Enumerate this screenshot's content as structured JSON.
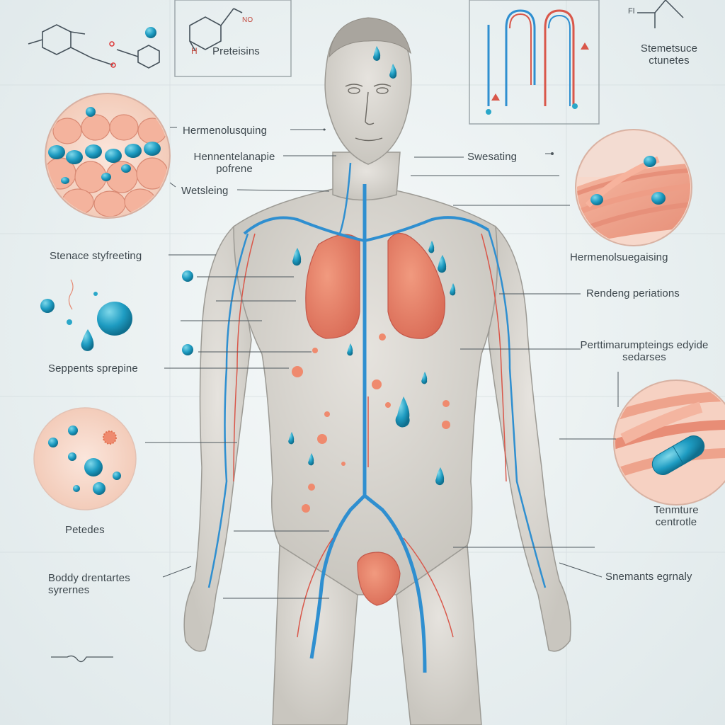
{
  "top_panels": {
    "proteins_label": "Preteisins",
    "chem_no_label": "NO",
    "chem_h_label": "H",
    "chem_fl_label": "Fl",
    "chem_right_label": "Stemetsuce ctunetes"
  },
  "labels": {
    "left": [
      "Hermenolusquing",
      "Hennentelanapie pofrene",
      "Wetsleing",
      "Stenace styfreeting",
      "Seppents sprepine",
      "Petedes",
      "Boddy drentartes syrernes"
    ],
    "right": [
      "Swesating",
      "Hermenolsuegaising",
      "Rendeng periations",
      "Perttimarumpteings edyide sedarses",
      "Tenmture centrotle",
      "Snemants egrnaly"
    ]
  },
  "colors": {
    "skin": "#dcd9d3",
    "vein_blue": "#2f8fd0",
    "artery_red": "#d9574a",
    "lung": "#e9866c",
    "droplet": "#2aa7c9",
    "label_text": "#3d474d"
  },
  "icons": [
    "molecule-icon",
    "droplet-icon",
    "capsule-icon",
    "u-tube-icon",
    "sweat-drop-icon"
  ]
}
